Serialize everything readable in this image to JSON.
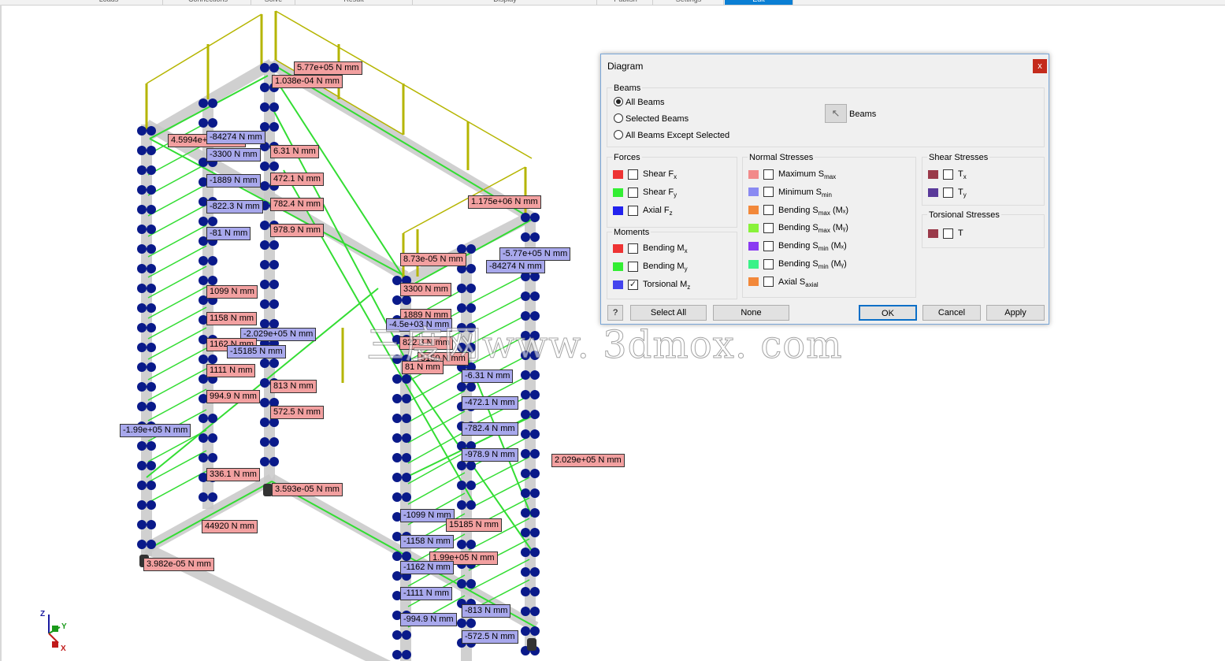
{
  "topbar": {
    "tabs": [
      "Loads",
      "Connections",
      "Solve",
      "Result",
      "Display",
      "Publish",
      "Settings",
      "Edit"
    ],
    "active_tab": "Edit"
  },
  "labels_left": [
    {
      "text": "5.77e+05 N mm",
      "kind": "pos"
    },
    {
      "text": "1.038e-04 N mm",
      "kind": "pos"
    },
    {
      "text": "4.5994e+03 N mm",
      "kind": "pos"
    },
    {
      "text": "-84274 N mm",
      "kind": "neg"
    },
    {
      "text": "-3300 N mm",
      "kind": "neg"
    },
    {
      "text": "6.31 N mm",
      "kind": "pos"
    },
    {
      "text": "-1889 N mm",
      "kind": "neg"
    },
    {
      "text": "472.1 N mm",
      "kind": "pos"
    },
    {
      "text": "-822.3 N mm",
      "kind": "neg"
    },
    {
      "text": "782.4 N mm",
      "kind": "pos"
    },
    {
      "text": "-81 N mm",
      "kind": "neg"
    },
    {
      "text": "978.9 N mm",
      "kind": "pos"
    },
    {
      "text": "1099 N mm",
      "kind": "pos"
    },
    {
      "text": "1158 N mm",
      "kind": "pos"
    },
    {
      "text": "-2.029e+05 N mm",
      "kind": "neg"
    },
    {
      "text": "1162 N mm",
      "kind": "pos"
    },
    {
      "text": "-15185 N mm",
      "kind": "neg"
    },
    {
      "text": "1111 N mm",
      "kind": "pos"
    },
    {
      "text": "813 N mm",
      "kind": "pos"
    },
    {
      "text": "994.9 N mm",
      "kind": "pos"
    },
    {
      "text": "572.5 N mm",
      "kind": "pos"
    },
    {
      "text": "-1.99e+05 N mm",
      "kind": "neg"
    },
    {
      "text": "336.1 N mm",
      "kind": "pos"
    },
    {
      "text": "3.593e-05 N mm",
      "kind": "pos"
    },
    {
      "text": "44920 N mm",
      "kind": "pos"
    },
    {
      "text": "3.982e-05 N mm",
      "kind": "pos"
    }
  ],
  "labels_right": [
    {
      "text": "1.175e+06 N mm",
      "kind": "pos"
    },
    {
      "text": "-5.77e+05 N mm",
      "kind": "neg"
    },
    {
      "text": "8.73e-05 N mm",
      "kind": "pos"
    },
    {
      "text": "-84274 N mm",
      "kind": "neg"
    },
    {
      "text": "3300 N mm",
      "kind": "pos"
    },
    {
      "text": "1889 N mm",
      "kind": "pos"
    },
    {
      "text": "-4.5e+03 N mm",
      "kind": "neg"
    },
    {
      "text": "822.3 N mm",
      "kind": "pos"
    },
    {
      "text": "5150 N mm",
      "kind": "pos"
    },
    {
      "text": "81 N mm",
      "kind": "pos"
    },
    {
      "text": "-6.31 N mm",
      "kind": "neg"
    },
    {
      "text": "-472.1 N mm",
      "kind": "neg"
    },
    {
      "text": "-782.4 N mm",
      "kind": "neg"
    },
    {
      "text": "-978.9 N mm",
      "kind": "neg"
    },
    {
      "text": "2.029e+05 N mm",
      "kind": "pos"
    },
    {
      "text": "-1099 N mm",
      "kind": "neg"
    },
    {
      "text": "15185 N mm",
      "kind": "pos"
    },
    {
      "text": "-1158 N mm",
      "kind": "neg"
    },
    {
      "text": "1.99e+05 N mm",
      "kind": "pos"
    },
    {
      "text": "-1162 N mm",
      "kind": "neg"
    },
    {
      "text": "-1111 N mm",
      "kind": "neg"
    },
    {
      "text": "-813 N mm",
      "kind": "neg"
    },
    {
      "text": "-994.9 N mm",
      "kind": "neg"
    },
    {
      "text": "-572.5 N mm",
      "kind": "neg"
    }
  ],
  "triad": {
    "z": "Z",
    "y": "Y",
    "x": "X"
  },
  "colors": {
    "pos_label": "#f2a0a0",
    "neg_label": "#a8a8ec",
    "beam": "#c8c8c8",
    "diagram": "#33dd33",
    "load": "#b5b500",
    "node": "#0a1a8a"
  },
  "dialog": {
    "title": "Diagram",
    "close": "x",
    "beams": {
      "group_title": "Beams",
      "options": [
        "All Beams",
        "Selected Beams",
        "All Beams Except Selected"
      ],
      "selected": "All Beams",
      "beams_button": "Beams",
      "beams_button_icon": "cursor-select-icon"
    },
    "forces": {
      "group_title": "Forces",
      "items": [
        {
          "label": "Shear F",
          "sub": "x",
          "color": "#ee3333",
          "checked": false
        },
        {
          "label": "Shear F",
          "sub": "y",
          "color": "#33ee33",
          "checked": false
        },
        {
          "label": "Axial F",
          "sub": "z",
          "color": "#2222ee",
          "checked": false
        }
      ]
    },
    "moments": {
      "group_title": "Moments",
      "items": [
        {
          "label": "Bending M",
          "sub": "x",
          "color": "#ee3333",
          "checked": false
        },
        {
          "label": "Bending M",
          "sub": "y",
          "color": "#33ee33",
          "checked": false
        },
        {
          "label": "Torsional M",
          "sub": "z",
          "color": "#4444ee",
          "checked": true
        }
      ]
    },
    "normal": {
      "group_title": "Normal Stresses",
      "items": [
        {
          "label": "Maximum S",
          "sub": "max",
          "tail": "",
          "color": "#f28a8a",
          "checked": false
        },
        {
          "label": "Minimum S",
          "sub": "min",
          "tail": "",
          "color": "#8a8af2",
          "checked": false
        },
        {
          "label": "Bending S",
          "sub": "max",
          "tail": " (Mₓ)",
          "color": "#f2883a",
          "checked": false
        },
        {
          "label": "Bending S",
          "sub": "max",
          "tail": " (Mᵧ)",
          "color": "#88f23a",
          "checked": false
        },
        {
          "label": "Bending S",
          "sub": "min",
          "tail": " (Mₓ)",
          "color": "#8a3af2",
          "checked": false
        },
        {
          "label": "Bending S",
          "sub": "min",
          "tail": " (Mᵧ)",
          "color": "#3af288",
          "checked": false
        },
        {
          "label": "Axial S",
          "sub": "axial",
          "tail": "",
          "color": "#f2883a",
          "checked": false
        }
      ]
    },
    "shear": {
      "group_title": "Shear Stresses",
      "items": [
        {
          "label": "T",
          "sub": "x",
          "color": "#9a3a4a",
          "checked": false
        },
        {
          "label": "T",
          "sub": "y",
          "color": "#5a3a9a",
          "checked": false
        }
      ]
    },
    "torsional": {
      "group_title": "Torsional Stresses",
      "items": [
        {
          "label": "T",
          "sub": "",
          "color": "#9a3a4a",
          "checked": false
        }
      ]
    },
    "buttons": {
      "help": "?",
      "select_all": "Select All",
      "none": "None",
      "ok": "OK",
      "cancel": "Cancel",
      "apply": "Apply"
    }
  },
  "watermark": "三度网www. 3dmox. com"
}
